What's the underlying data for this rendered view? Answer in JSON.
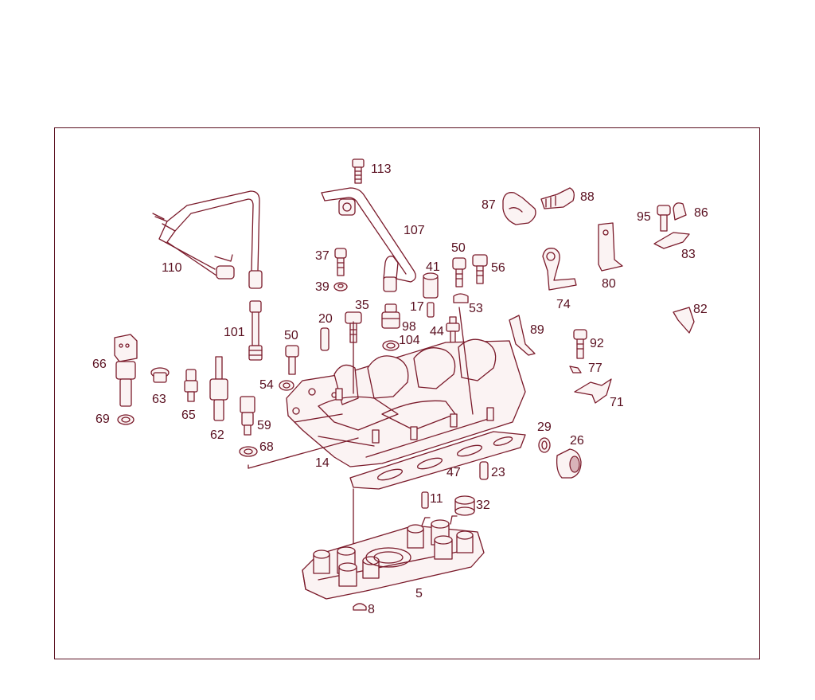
{
  "diagram": {
    "line_color": "#7a1a2a",
    "label_color": "#5a1020",
    "labels": {
      "p113": "113",
      "p107": "107",
      "p110": "110",
      "p87": "87",
      "p88": "88",
      "p95": "95",
      "p86": "86",
      "p83": "83",
      "p80": "80",
      "p74": "74",
      "p82": "82",
      "p37": "37",
      "p39": "39",
      "p50a": "50",
      "p41": "41",
      "p56": "56",
      "p17": "17",
      "p53": "53",
      "p35": "35",
      "p98": "98",
      "p104": "104",
      "p44": "44",
      "p89": "89",
      "p20": "20",
      "p101": "101",
      "p50b": "50",
      "p92": "92",
      "p66": "66",
      "p77": "77",
      "p54": "54",
      "p63": "63",
      "p65": "65",
      "p71": "71",
      "p69": "69",
      "p62": "62",
      "p59": "59",
      "p29": "29",
      "p26": "26",
      "p68": "68",
      "p14": "14",
      "p47": "47",
      "p23": "23",
      "p11": "11",
      "p32": "32",
      "p5": "5",
      "p8": "8"
    }
  }
}
